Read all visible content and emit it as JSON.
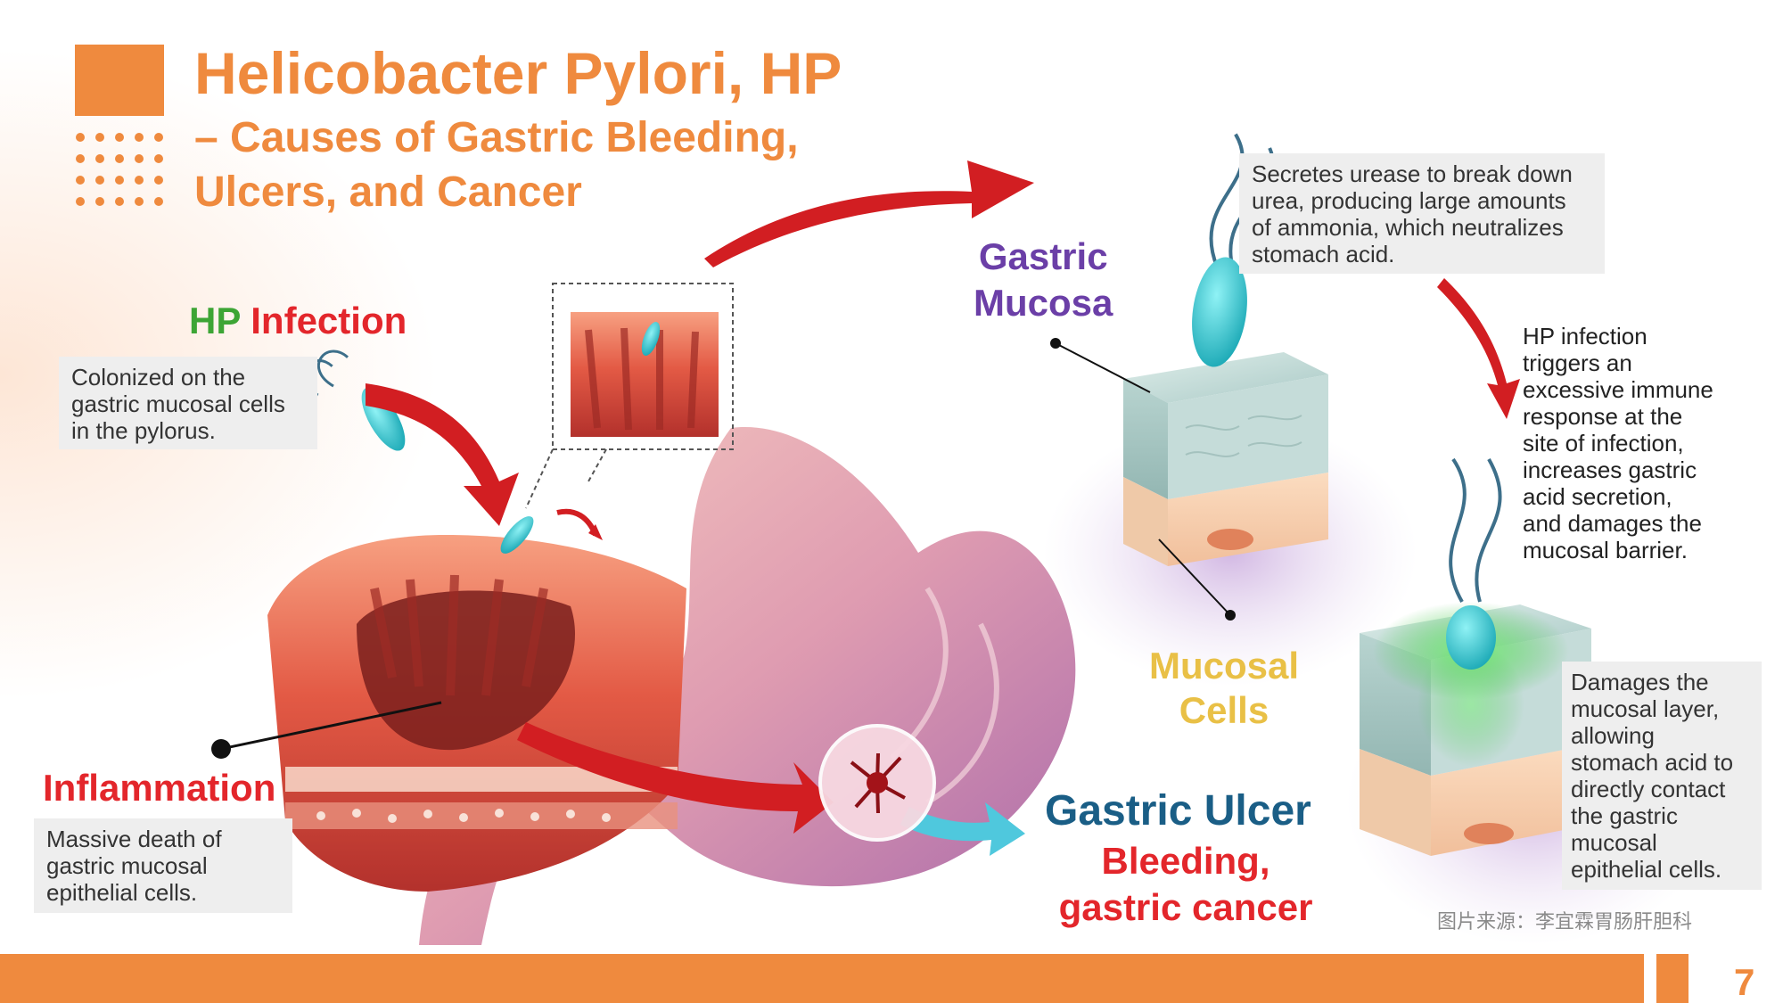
{
  "header": {
    "title": "Helicobacter Pylori, HP",
    "subtitle_line1": "– Causes of Gastric Bleeding,",
    "subtitle_line2": "Ulcers, and Cancer"
  },
  "hp_infection": {
    "label_hp": "HP",
    "label_infection": "Infection",
    "caption_line1": "Colonized on the",
    "caption_line2": "gastric mucosal cells",
    "caption_line3": "in the pylorus."
  },
  "inflammation": {
    "label": "Inflammation",
    "caption_line1": "Massive death of",
    "caption_line2": "gastric mucosal",
    "caption_line3": "epithelial cells."
  },
  "gastric_mucosa": {
    "label_line1": "Gastric",
    "label_line2": "Mucosa"
  },
  "urease": {
    "line1": "Secretes urease to break down",
    "line2": "urea, producing large amounts",
    "line3": "of ammonia, which neutralizes",
    "line4": "stomach acid."
  },
  "immune": {
    "line1": "HP infection",
    "line2": "triggers an",
    "line3": "excessive immune",
    "line4": "response at the",
    "line5": "site of infection,",
    "line6": "increases gastric",
    "line7": "acid secretion,",
    "line8": "and damages the",
    "line9": "mucosal barrier."
  },
  "mucosal_cells": {
    "label_line1": "Mucosal",
    "label_line2": "Cells"
  },
  "damage": {
    "line1": "Damages the",
    "line2": "mucosal layer,",
    "line3": "allowing",
    "line4": "stomach acid to",
    "line5": "directly contact",
    "line6": "the gastric",
    "line7": "mucosal",
    "line8": "epithelial cells."
  },
  "ulcer": {
    "title": "Gastric Ulcer",
    "line1": "Bleeding,",
    "line2": "gastric cancer"
  },
  "footer": {
    "credit": "图片来源：李宜霖胃肠肝胆科",
    "page_number": "7"
  },
  "colors": {
    "accent_orange": "#ef8a3e",
    "green": "#3da535",
    "red": "#e3262b",
    "purple": "#6b3fa7",
    "gold": "#e9c046",
    "navy": "#1a5e86"
  }
}
